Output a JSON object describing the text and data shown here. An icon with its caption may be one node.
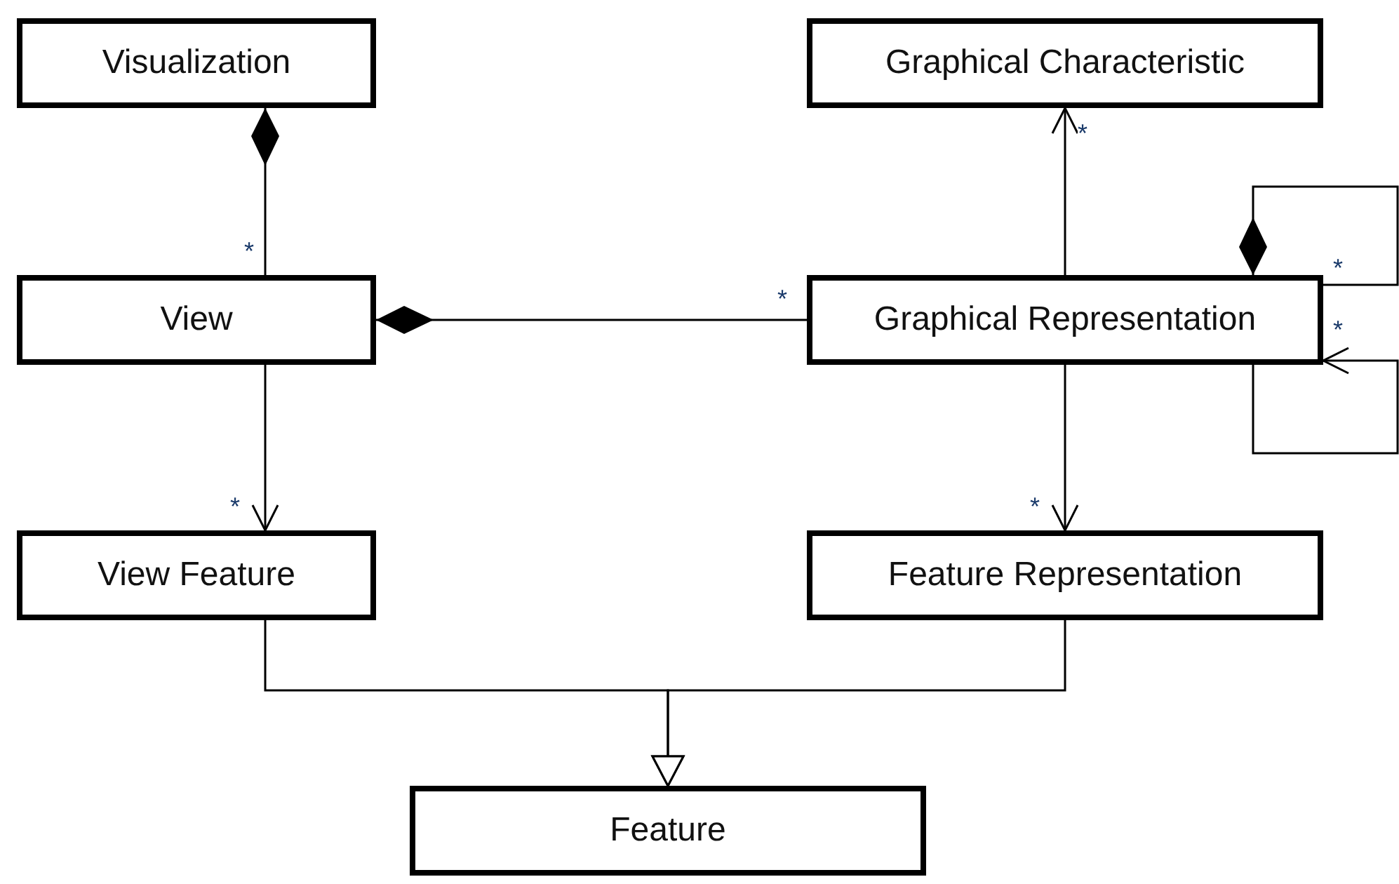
{
  "diagram": {
    "nodes": [
      {
        "text": [
          "Visualization"
        ]
      },
      {
        "text": [
          "Graphical Characteristic"
        ]
      },
      {
        "text": [
          "View"
        ]
      },
      {
        "text": [
          "Graphical Representation"
        ]
      },
      {
        "text": [
          "View Feature"
        ]
      },
      {
        "text": [
          "Feature Representation"
        ]
      },
      {
        "text": [
          "Feature"
        ]
      }
    ],
    "edges": [
      {
        "from": 0,
        "to": 2,
        "arrow": "other",
        "label": "*"
      },
      {
        "from": 2,
        "to": 3,
        "arrow": "other",
        "label": "*"
      },
      {
        "from": 3,
        "to": 1,
        "arrow": "to",
        "label": "*"
      },
      {
        "from": 2,
        "to": 4,
        "arrow": "to",
        "label": "*"
      },
      {
        "from": 3,
        "to": 5,
        "arrow": "to",
        "label": "*"
      },
      {
        "from": 3,
        "to": 3,
        "arrow": "other",
        "label": "*"
      },
      {
        "from": 3,
        "to": 3,
        "arrow": "to",
        "label": "*"
      },
      {
        "from": 4,
        "to": 6,
        "arrow": "to"
      },
      {
        "from": 5,
        "to": 6,
        "arrow": "to"
      }
    ]
  }
}
